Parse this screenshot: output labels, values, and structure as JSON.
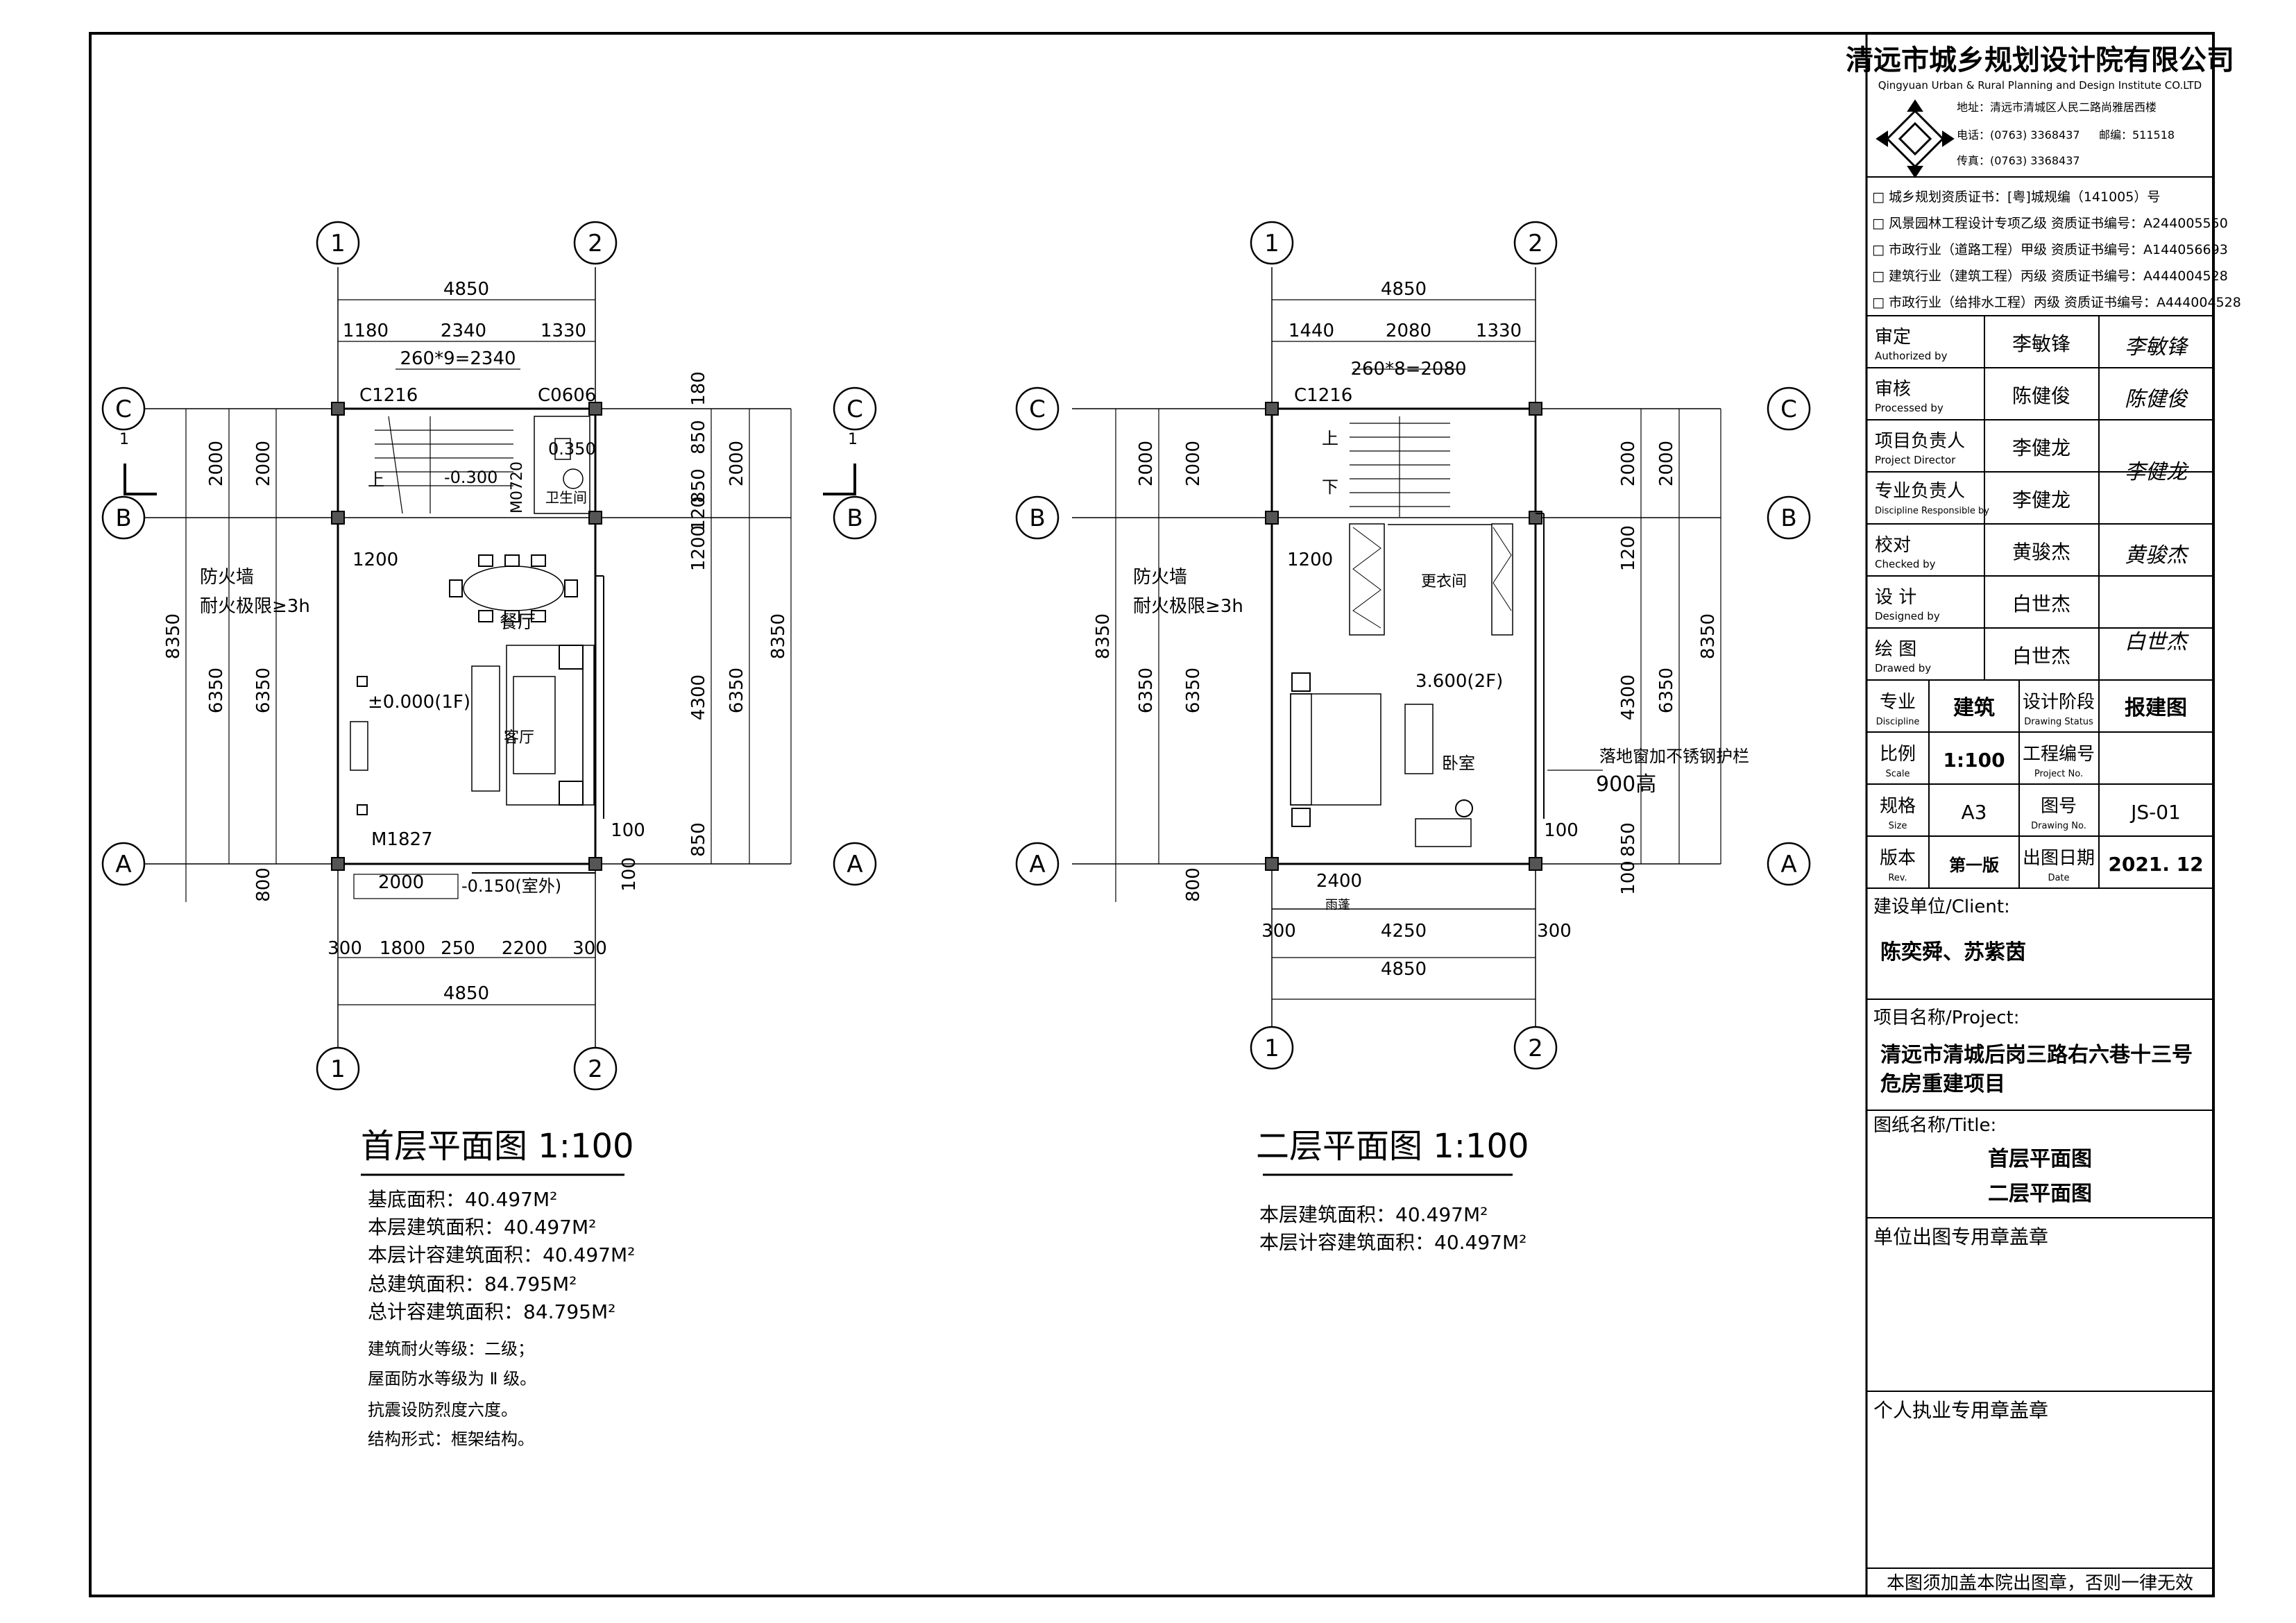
{
  "company": {
    "name_cn": "清远市城乡规划设计院有限公司",
    "name_en": "Qingyuan Urban & Rural Planning and Design Institute CO.LTD",
    "address": "地址：清远市清城区人民二路尚雅居西楼",
    "phone": "电话：(0763) 3368437",
    "postcode": "邮编：511518",
    "fax": "传真：(0763) 3368437"
  },
  "certificates": [
    "□ 城乡规划资质证书：[粤]城规编（141005）号",
    "□ 风景园林工程设计专项乙级  资质证书编号：A244005550",
    "□ 市政行业（道路工程）甲级  资质证书编号：A144056693",
    "□ 建筑行业（建筑工程）丙级  资质证书编号：A444004528",
    "□ 市政行业（给排水工程）丙级  资质证书编号：A444004528"
  ],
  "roles": [
    {
      "cn": "审定",
      "en": "Authorized by",
      "person": "李敏锋",
      "sig": "李敏锋"
    },
    {
      "cn": "审核",
      "en": "Processed by",
      "person": "陈健俊",
      "sig": "陈健俊"
    },
    {
      "cn": "项目负责人",
      "en": "Project Director",
      "person": "李健龙",
      "sig": ""
    },
    {
      "cn": "专业负责人",
      "en": "Discipline Responsible by",
      "person": "李健龙",
      "sig": "李健龙"
    },
    {
      "cn": "校对",
      "en": "Checked by",
      "person": "黄骏杰",
      "sig": "黄骏杰"
    },
    {
      "cn": "设  计",
      "en": "Designed by",
      "person": "白世杰",
      "sig": ""
    },
    {
      "cn": "绘  图",
      "en": "Drawed by",
      "person": "白世杰",
      "sig": "白世杰"
    }
  ],
  "info": {
    "discipline_cn": "专业",
    "discipline_en": "Discipline",
    "discipline_val": "建筑",
    "stage_cn": "设计阶段",
    "stage_en": "Drawing Status",
    "stage_val": "报建图",
    "scale_cn": "比例",
    "scale_en": "Scale",
    "scale_val": "1:100",
    "projno_cn": "工程编号",
    "projno_en": "Project No.",
    "projno_val": "",
    "size_cn": "规格",
    "size_en": "Size",
    "size_val": "A3",
    "drawno_cn": "图号",
    "drawno_en": "Drawing No.",
    "drawno_val": "JS-01",
    "rev_cn": "版本",
    "rev_en": "Rev.",
    "rev_val": "第一版",
    "date_cn": "出图日期",
    "date_en": "Date",
    "date_val": "2021. 12"
  },
  "client_label": "建设单位/Client:",
  "client": "陈奕舜、苏紫茵",
  "project_label": "项目名称/Project:",
  "project_line1": "清远市清城后岗三路右六巷十三号",
  "project_line2": "危房重建项目",
  "title_label": "图纸名称/Title:",
  "title_line1": "首层平面图",
  "title_line2": "二层平面图",
  "stamp_unit": "单位出图专用章盖章",
  "stamp_personal": "个人执业专用章盖章",
  "footer_note": "本图须加盖本院出图章，否则一律无效",
  "plan1": {
    "title": "首层平面图  1:100",
    "notes": [
      "基底面积：40.497M²",
      "本层建筑面积：40.497M²",
      "本层计容建筑面积：40.497M²",
      "总建筑面积：84.795M²",
      "总计容建筑面积：84.795M²",
      "建筑耐火等级：二级；",
      "屋面防水等级为 Ⅱ 级。",
      "抗震设防烈度六度。",
      "结构形式：框架结构。"
    ],
    "dims_top": [
      "4850",
      "1180",
      "2340",
      "1330",
      "260*9=2340"
    ],
    "dims_bottom": [
      "300",
      "1800",
      "250",
      "2200",
      "300",
      "4850"
    ],
    "dims_left": [
      "8350",
      "2000",
      "6350",
      "2000",
      "6350",
      "800"
    ],
    "dims_right": [
      "180",
      "850",
      "850",
      "2000",
      "120",
      "1200",
      "4300",
      "6350",
      "8350",
      "850",
      "100",
      "100"
    ],
    "labels": [
      "C1216",
      "C0606",
      "0.350",
      "-0.300",
      "M0720",
      "卫生间",
      "上",
      "1200",
      "防火墙",
      "耐火极限≥3h",
      "餐厅",
      "±0.000(1F)",
      "客厅",
      "M1827",
      "2000",
      "-0.150(室外)",
      "1",
      "1"
    ],
    "axes": [
      "1",
      "2",
      "A",
      "B",
      "C"
    ]
  },
  "plan2": {
    "title": "二层平面图  1:100",
    "notes": [
      "本层建筑面积：40.497M²",
      "本层计容建筑面积：40.497M²"
    ],
    "dims_top": [
      "4850",
      "1440",
      "2080",
      "1330",
      "260*8=2080"
    ],
    "dims_bottom": [
      "300",
      "4250",
      "300",
      "4850",
      "2400"
    ],
    "dims_left": [
      "8350",
      "2000",
      "6350",
      "2000",
      "6350",
      "800"
    ],
    "dims_right": [
      "2000",
      "2000",
      "1200",
      "4300",
      "6350",
      "8350",
      "850",
      "100",
      "100"
    ],
    "labels": [
      "C1216",
      "上",
      "下",
      "1200",
      "更衣间",
      "防火墙",
      "耐火极限≥3h",
      "3.600(2F)",
      "卧室",
      "落地窗加不锈钢护栏",
      "900高",
      "雨蓬"
    ],
    "axes": [
      "1",
      "2",
      "A",
      "B",
      "C"
    ]
  }
}
